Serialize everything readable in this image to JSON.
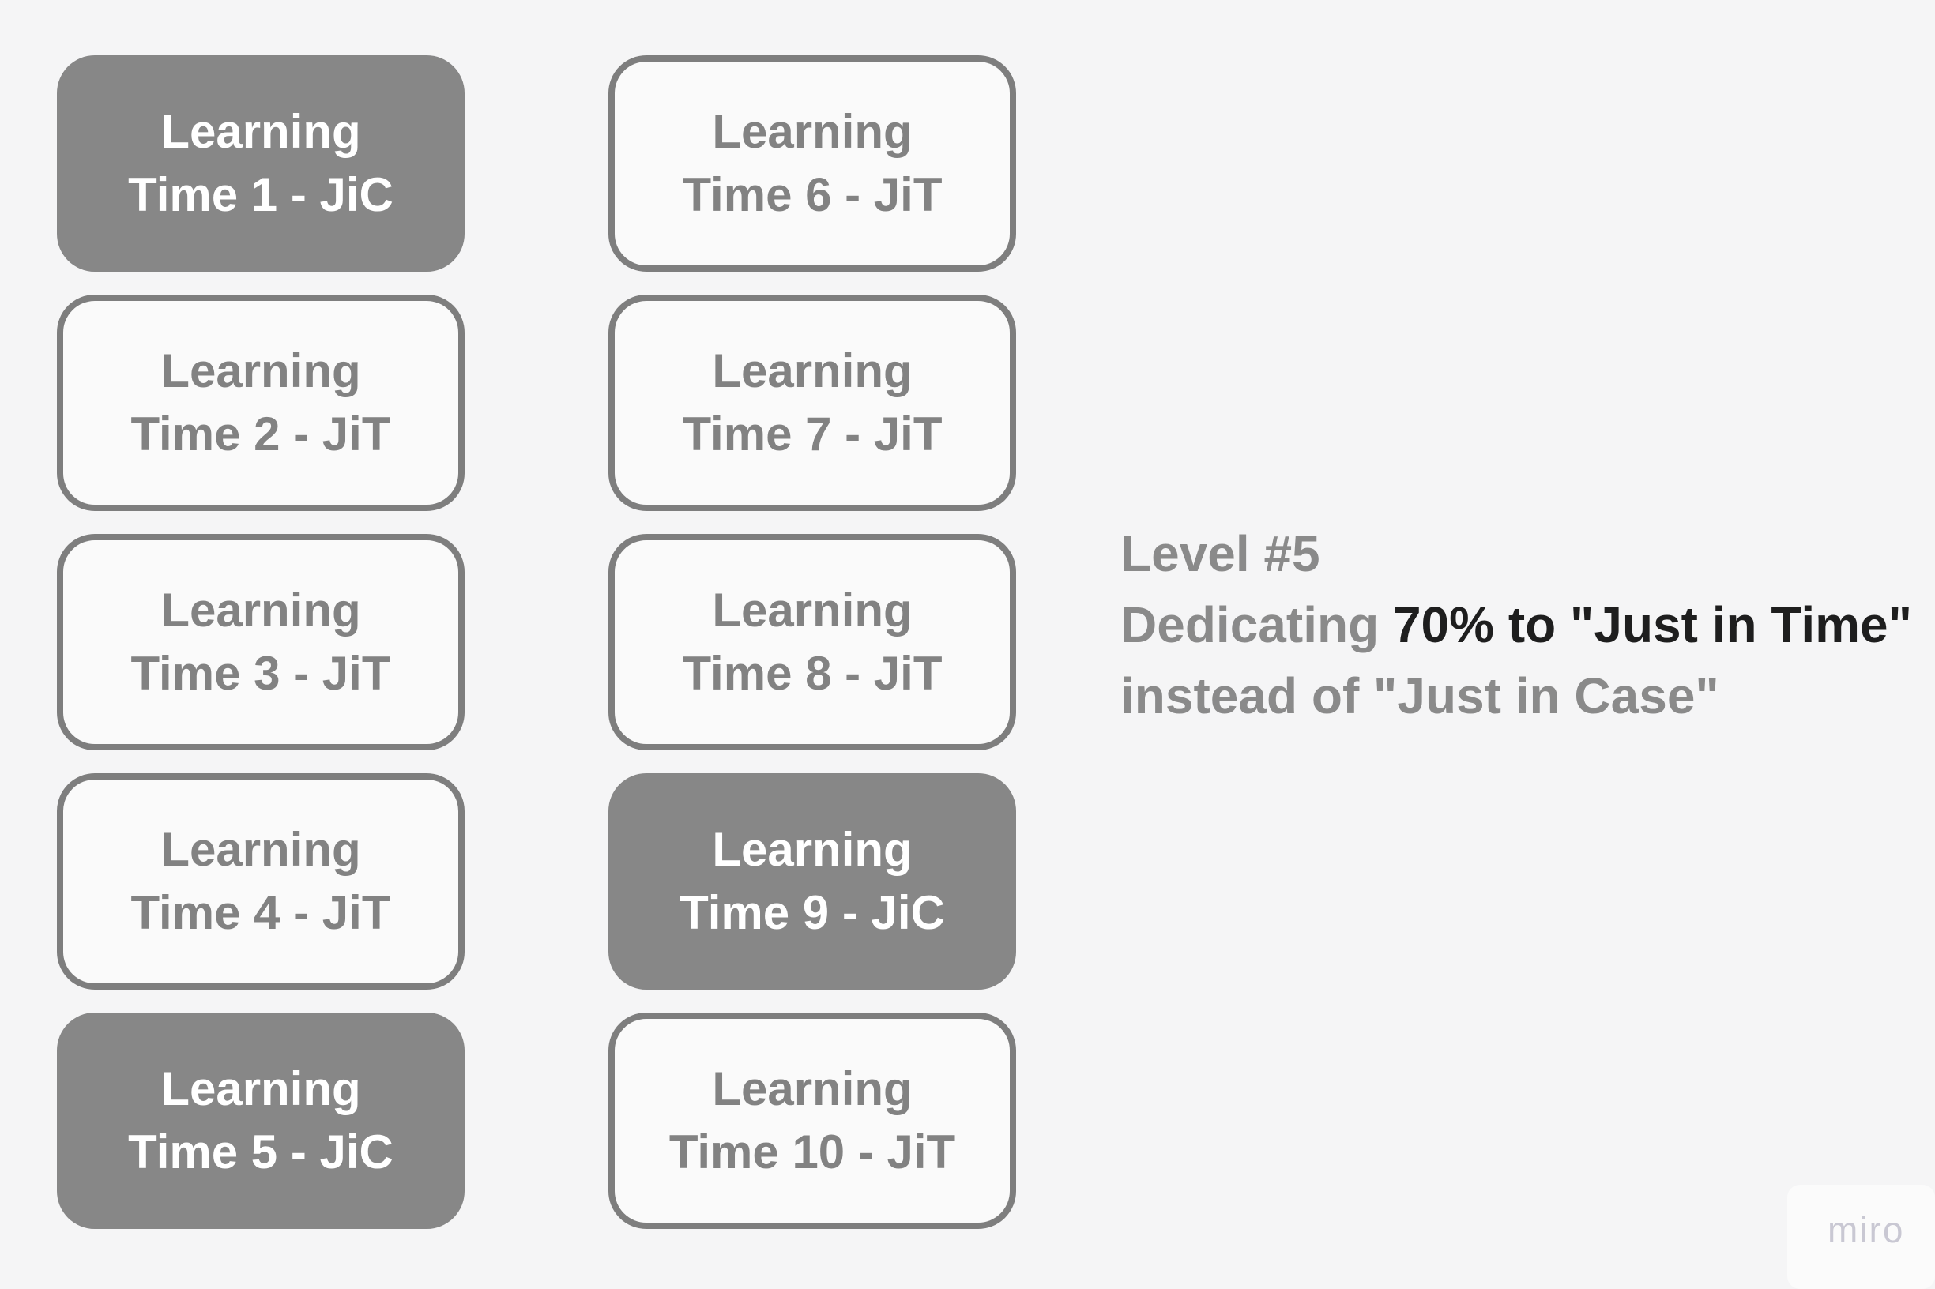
{
  "page": {
    "background": "#f5f5f6"
  },
  "colors": {
    "box_filled_bg": "#878787",
    "box_filled_text": "#ffffff",
    "box_outline_border": "#7e7e7e",
    "box_outline_bg": "#fafafa",
    "box_outline_text": "#828282",
    "caption_gray": "#8a8a8a",
    "caption_dark": "#1e1e1e",
    "watermark_text": "#c9c8d3"
  },
  "boxes": {
    "column1": [
      {
        "line1": "Learning",
        "line2": "Time 1 - JiC",
        "style": "filled"
      },
      {
        "line1": "Learning",
        "line2": "Time 2 - JiT",
        "style": "outlined"
      },
      {
        "line1": "Learning",
        "line2": "Time 3 - JiT",
        "style": "outlined"
      },
      {
        "line1": "Learning",
        "line2": "Time 4 - JiT",
        "style": "outlined"
      },
      {
        "line1": "Learning",
        "line2": "Time 5 - JiC",
        "style": "filled"
      }
    ],
    "column2": [
      {
        "line1": "Learning",
        "line2": "Time 6 - JiT",
        "style": "outlined"
      },
      {
        "line1": "Learning",
        "line2": "Time 7 - JiT",
        "style": "outlined"
      },
      {
        "line1": "Learning",
        "line2": "Time 8 - JiT",
        "style": "outlined"
      },
      {
        "line1": "Learning",
        "line2": "Time 9 - JiC",
        "style": "filled"
      },
      {
        "line1": "Learning",
        "line2": "Time 10 - JiT",
        "style": "outlined"
      }
    ]
  },
  "caption": {
    "line1": "Level #5",
    "line2_prefix": "Dedicating ",
    "line2_emphasis": "70% to \"Just in Time\"",
    "line3": "instead of \"Just in Case\""
  },
  "watermark": "miro"
}
